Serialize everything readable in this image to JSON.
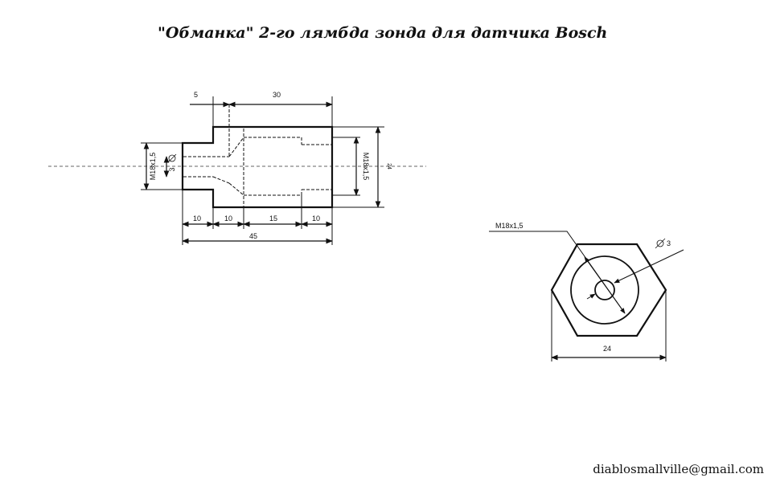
{
  "title": "\"Обманка\" 2-го лямбда зонда для датчика Bosch",
  "email": "diablosmallville@gmail.com",
  "side_view": {
    "dim_5": "5",
    "dim_30": "30",
    "dim_thread_left": "M18x1,5",
    "dim_bore": "3",
    "dim_thread_right": "M18x1,5",
    "dim_24": "24",
    "dim_10a": "10",
    "dim_10b": "10",
    "dim_15": "15",
    "dim_10c": "10",
    "dim_45": "45"
  },
  "front_view": {
    "thread_label": "M18x1,5",
    "bore_label": "3",
    "width_label": "24"
  }
}
